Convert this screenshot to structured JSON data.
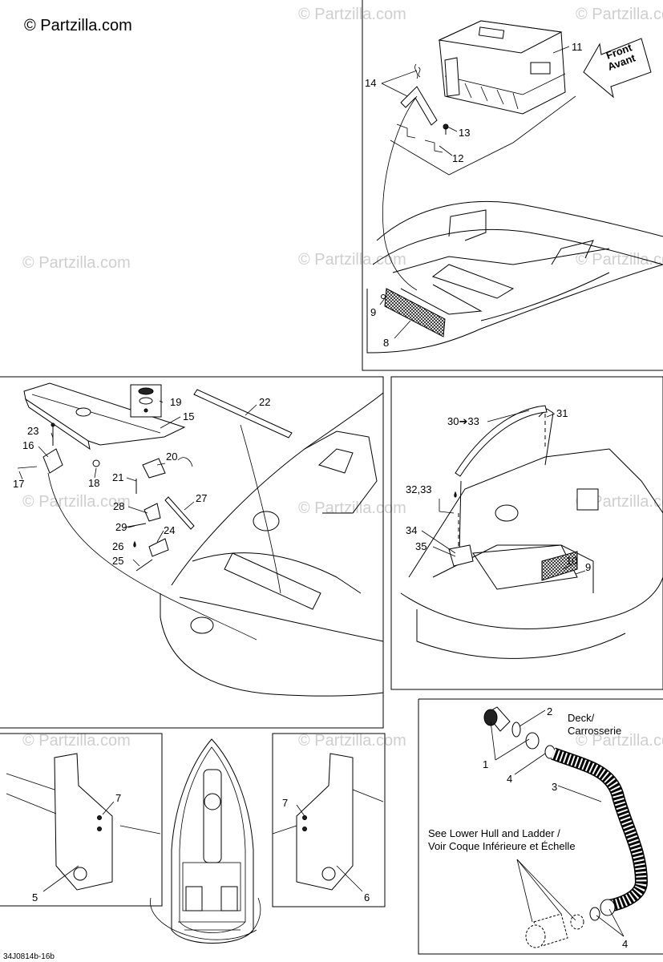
{
  "brand": "© Partzilla.com",
  "watermark": "© Partzilla.com",
  "drawing_code": "34J0814b-16b",
  "front_arrow": {
    "line1": "Front",
    "line2": "Avant"
  },
  "deck_note": {
    "line1": "Deck/",
    "line2": "Carrosserie"
  },
  "hull_note": {
    "line1": "See Lower Hull and Ladder /",
    "line2": "Voir Coque Inférieure et Échelle"
  },
  "callouts": {
    "p1": "1",
    "p2": "2",
    "p3": "3",
    "p4a": "4",
    "p4b": "4",
    "p5": "5",
    "p6": "6",
    "p7a": "7",
    "p7b": "7",
    "p8": "8",
    "p9a": "9",
    "p9b": "9",
    "p10": "10",
    "p11": "11",
    "p12": "12",
    "p13": "13",
    "p14": "14",
    "p15": "15",
    "p16": "16",
    "p17": "17",
    "p18": "18",
    "p19": "19",
    "p20": "20",
    "p21": "21",
    "p22": "22",
    "p23": "23",
    "p24": "24",
    "p25": "25",
    "p26": "26",
    "p27": "27",
    "p28": "28",
    "p29": "29",
    "p30_33": "30➔33",
    "p31": "31",
    "p32_33": "32,33",
    "p34": "34",
    "p35": "35"
  }
}
